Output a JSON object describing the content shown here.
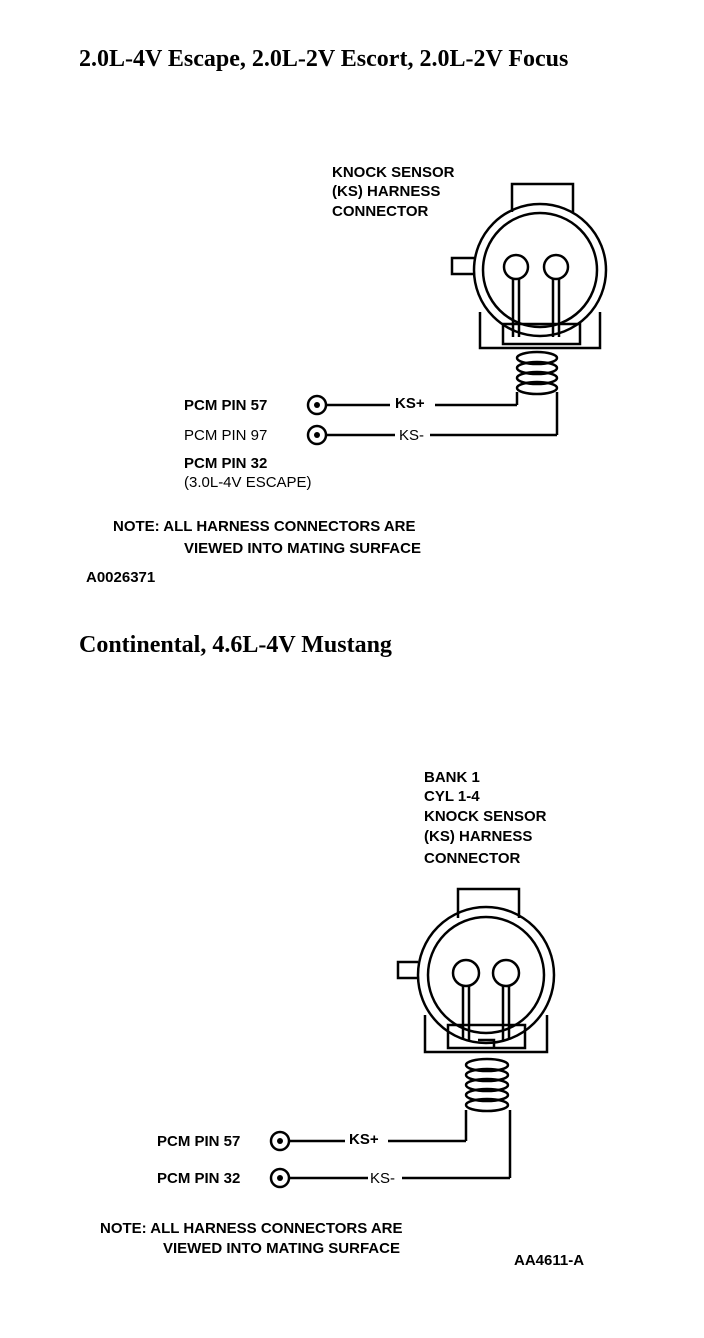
{
  "section1": {
    "title": "2.0L-4V Escape, 2.0L-2V Escort, 2.0L-2V Focus",
    "connector_label": [
      "KNOCK SENSOR",
      "(KS) HARNESS",
      "CONNECTOR"
    ],
    "pins": [
      {
        "label": "PCM PIN 57",
        "signal": "KS+"
      },
      {
        "label": "PCM PIN 97",
        "signal": "KS-"
      }
    ],
    "alt_pin": [
      "PCM PIN 32",
      "(3.0L-4V ESCAPE)"
    ],
    "note": [
      "NOTE: ALL HARNESS CONNECTORS ARE",
      "VIEWED INTO MATING SURFACE"
    ],
    "figure_id": "A0026371"
  },
  "section2": {
    "title": "Continental, 4.6L-4V Mustang",
    "connector_label": [
      "BANK 1",
      "CYL 1-4",
      "KNOCK SENSOR",
      "(KS) HARNESS",
      "CONNECTOR"
    ],
    "pins": [
      {
        "label": "PCM PIN 57",
        "signal": "KS+"
      },
      {
        "label": "PCM PIN 32",
        "signal": "KS-"
      }
    ],
    "note": [
      "NOTE: ALL HARNESS CONNECTORS ARE",
      "VIEWED INTO MATING SURFACE"
    ],
    "figure_id": "AA4611-A"
  }
}
